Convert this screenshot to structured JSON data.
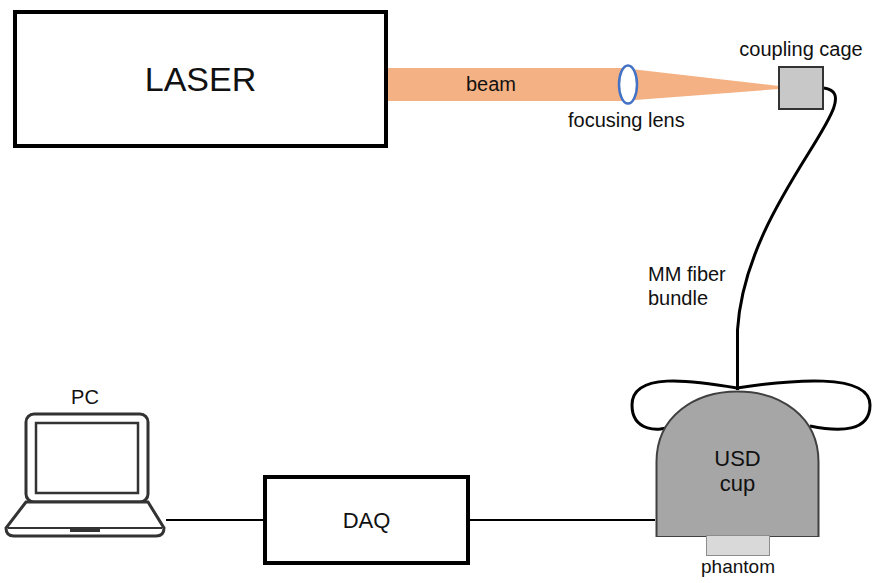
{
  "diagram": {
    "nodes": [
      {
        "text": [
          "LASER"
        ]
      },
      {
        "text": [
          "coupling cage"
        ]
      },
      {
        "text": [
          "PC"
        ]
      },
      {
        "text": [
          "DAQ"
        ]
      },
      {
        "text": [
          "USD cup"
        ]
      },
      {
        "text": [
          "phantom"
        ]
      }
    ],
    "edges": [
      {
        "from": 2,
        "to": 3,
        "arrow": "none"
      },
      {
        "from": 3,
        "to": 4,
        "arrow": "none"
      },
      {
        "from": 1,
        "to": 4,
        "label": "MM fiber bundle",
        "arrow": "none"
      }
    ],
    "labels": [
      "beam",
      "focusing lens"
    ]
  }
}
